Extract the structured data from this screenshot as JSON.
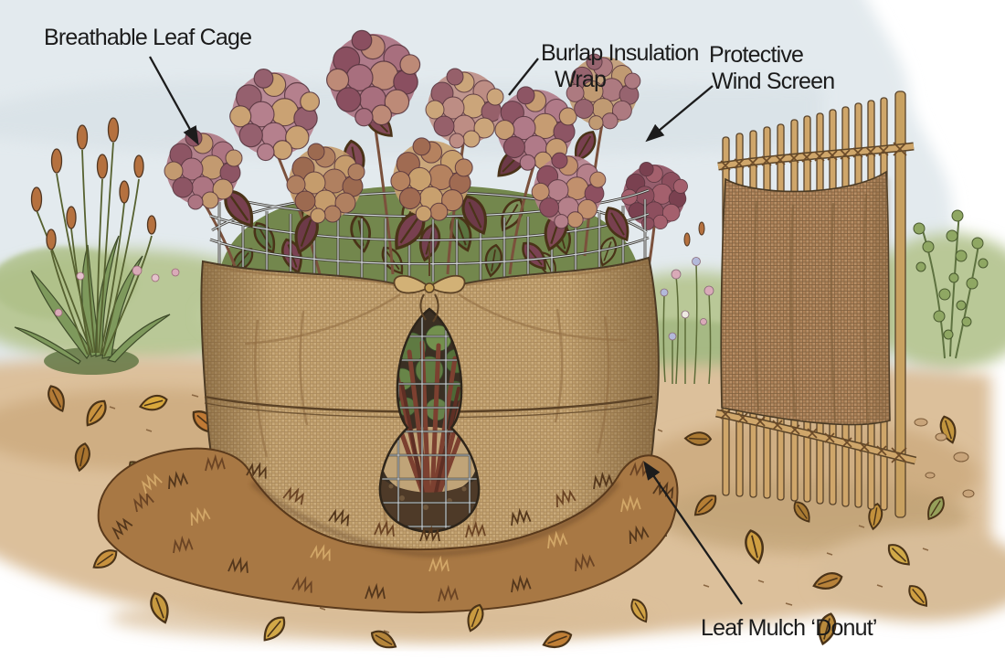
{
  "annotations": {
    "leaf_cage": {
      "text": "Breathable Leaf Cage"
    },
    "burlap_wrap": {
      "line1": "Burlap Insulation",
      "line2": "Wrap"
    },
    "wind_screen": {
      "line1": "Protective",
      "line2": "Wind Screen"
    },
    "leaf_mulch": {
      "text": "Leaf Mulch ‘Donut’"
    }
  },
  "palette": {
    "sky": "#e3eaee",
    "meadow_green": "#b9c897",
    "ground_tan": "#dcc09b",
    "burlap": "#cbac7c",
    "screen_burlap": "#b99067",
    "bamboo": "#cfa66a",
    "mulch_brown": "#a87844",
    "bloom_mauve": "#b07986",
    "bloom_gold": "#c59c6c",
    "foliage_green": "#73874d",
    "wine_leaf": "#7b4253",
    "label_color": "#1b1b1b"
  }
}
